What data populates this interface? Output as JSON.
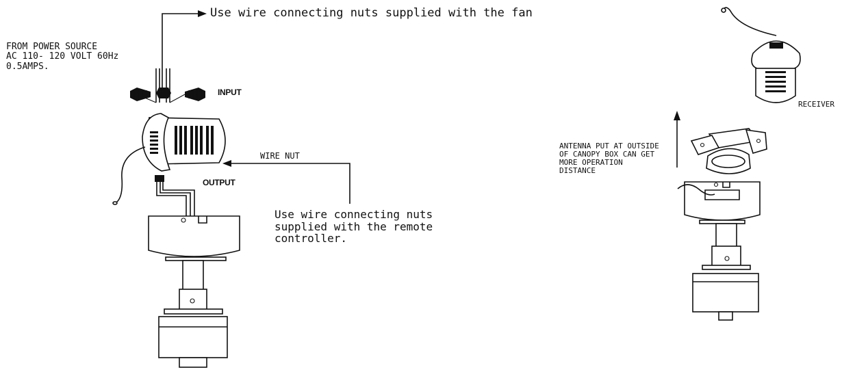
{
  "labels": {
    "top_note": "Use wire connecting nuts supplied with the fan",
    "power_source": "FROM POWER SOURCE\nAC 110- 120 VOLT 60Hz\n0.5AMPS.",
    "input": "INPUT",
    "output": "OUTPUT",
    "wire_nut": "WIRE NUT",
    "remote_note": "Use wire connecting nuts\nsupplied with the remote\ncontroller.",
    "antenna_note": "ANTENNA PUT AT OUTSIDE\nOF CANOPY BOX CAN GET\nMORE OPERATION\nDISTANCE",
    "receiver": "RECEIVER"
  }
}
